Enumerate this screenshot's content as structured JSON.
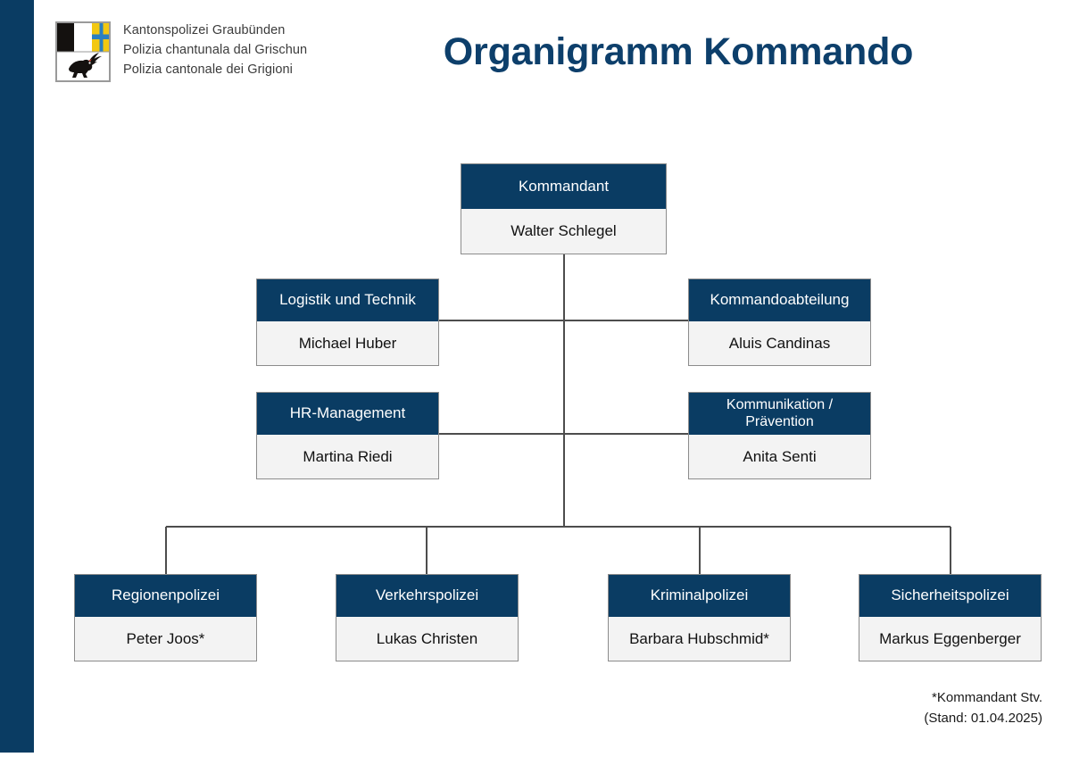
{
  "header": {
    "title": "Organigramm Kommando",
    "logo": {
      "icon": "graubuenden-coat-of-arms",
      "lines": [
        "Kantonspolizei Graubünden",
        "Polizia chantunala dal Grischun",
        "Polizia cantonale dei Grigioni"
      ]
    }
  },
  "colors": {
    "navy": "#0a3c63",
    "title_blue": "#0d3f6b",
    "box_body": "#f3f3f3",
    "box_border": "#8c8c8c",
    "line": "#4d4d4d"
  },
  "chart_data": {
    "type": "diagram",
    "title": "Organigramm Kommando",
    "nodes": [
      {
        "id": "kommandant",
        "role": "Kommandant",
        "person": "Walter Schlegel",
        "level": 0
      },
      {
        "id": "logistik",
        "role": "Logistik und Technik",
        "person": "Michael Huber",
        "level": 1
      },
      {
        "id": "kommandoabt",
        "role": "Kommandoabteilung",
        "person": "Aluis Candinas",
        "level": 1
      },
      {
        "id": "hr",
        "role": "HR-Management",
        "person": "Martina Riedi",
        "level": 1
      },
      {
        "id": "kommunikation",
        "role": "Kommunikation /\nPrävention",
        "person": "Anita Senti",
        "level": 1
      },
      {
        "id": "regionen",
        "role": "Regionenpolizei",
        "person": "Peter Joos*",
        "level": 2
      },
      {
        "id": "verkehr",
        "role": "Verkehrspolizei",
        "person": "Lukas Christen",
        "level": 2
      },
      {
        "id": "kriminal",
        "role": "Kriminalpolizei",
        "person": "Barbara Hubschmid*",
        "level": 2
      },
      {
        "id": "sicherheit",
        "role": "Sicherheitspolizei",
        "person": "Markus Eggenberger",
        "level": 2
      }
    ]
  },
  "footnotes": {
    "line1": "*Kommandant Stv.",
    "line2": "(Stand: 01.04.2025)"
  }
}
